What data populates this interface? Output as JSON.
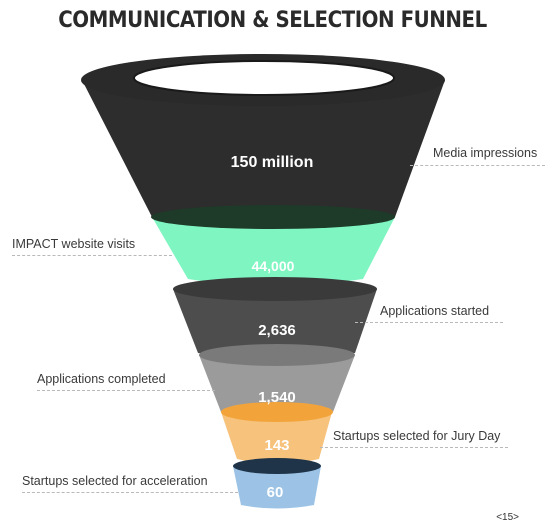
{
  "title": "COMMUNICATION & SELECTION FUNNEL",
  "stages": [
    {
      "value": "150 million",
      "label": "Media impressions",
      "color": "#2d2d2d",
      "rim_color": "#1c1c1c"
    },
    {
      "value": "44,000",
      "label": "IMPACT website visits",
      "color": "#7ff5c2",
      "rim_color": "#1e3a28"
    },
    {
      "value": "2,636",
      "label": "Applications started",
      "color": "#4d4d4d",
      "rim_color": "#3a3a3a"
    },
    {
      "value": "1,540",
      "label": "Applications completed",
      "color": "#9b9b9b",
      "rim_color": "#7a7a7a"
    },
    {
      "value": "143",
      "label": "Startups selected for Jury Day",
      "color": "#f6c27c",
      "rim_color": "#f2a43a"
    },
    {
      "value": "60",
      "label": "Startups selected for acceleration",
      "color": "#9cc3e6",
      "rim_color": "#1f3448"
    }
  ],
  "page_number": "<15>"
}
